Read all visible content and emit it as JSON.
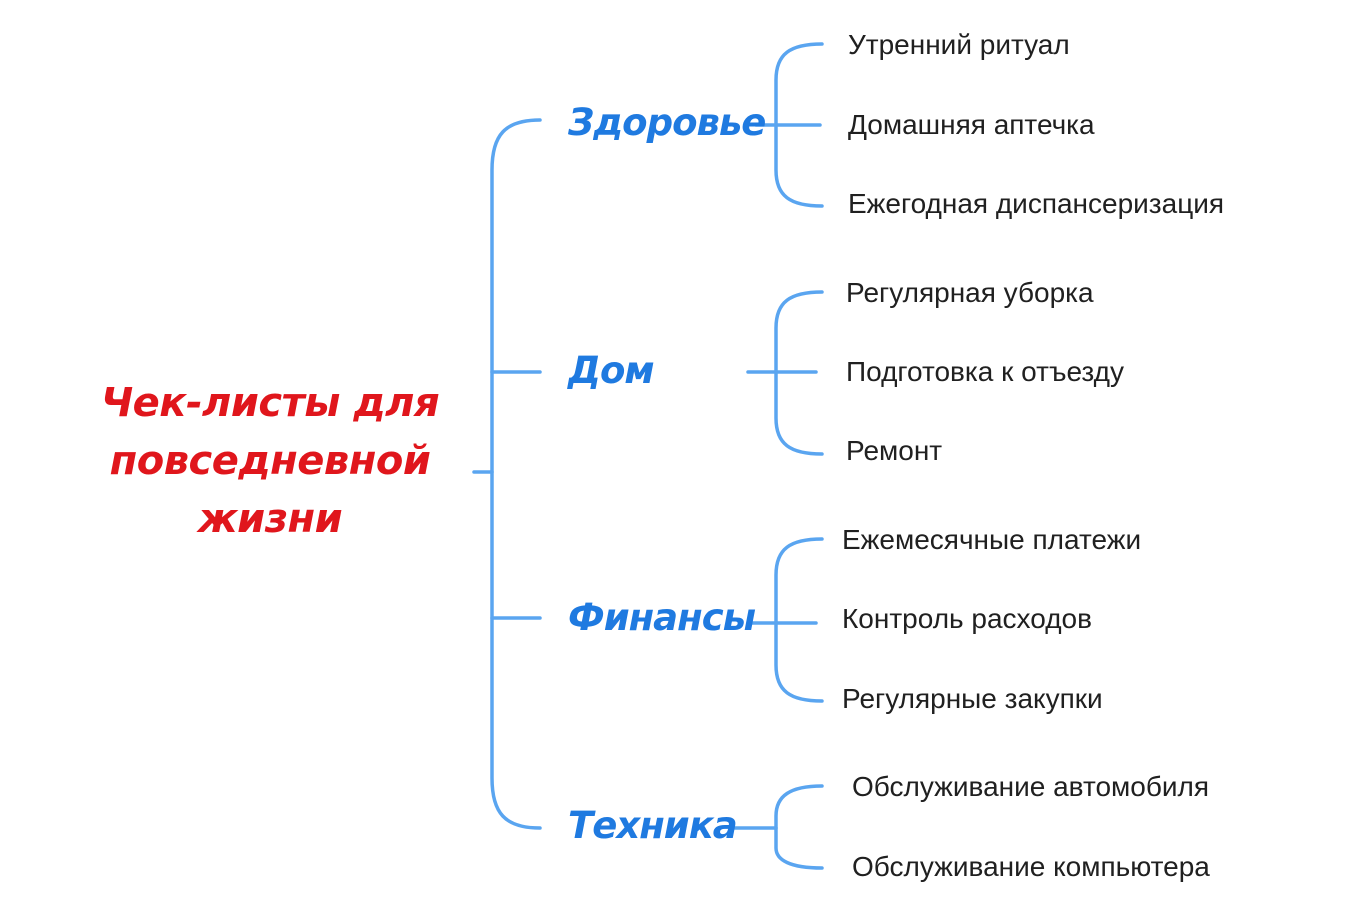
{
  "root": {
    "lines": [
      "Чек-листы для",
      "повседневной",
      "жизни"
    ]
  },
  "categories": [
    {
      "label": "Здоровье",
      "items": [
        "Утренний ритуал",
        "Домашняя аптечка",
        "Ежегодная диспансеризация"
      ]
    },
    {
      "label": "Дом",
      "items": [
        "Регулярная уборка",
        "Подготовка к отъезду",
        "Ремонт"
      ]
    },
    {
      "label": "Финансы",
      "items": [
        "Ежемесячные платежи",
        "Контроль расходов",
        "Регулярные закупки"
      ]
    },
    {
      "label": "Техника",
      "items": [
        "Обслуживание автомобиля",
        "Обслуживание компьютера"
      ]
    }
  ],
  "colors": {
    "root": "#e0161c",
    "category": "#1f7ae0",
    "connector": "#5aa5f0",
    "item": "#202020"
  }
}
